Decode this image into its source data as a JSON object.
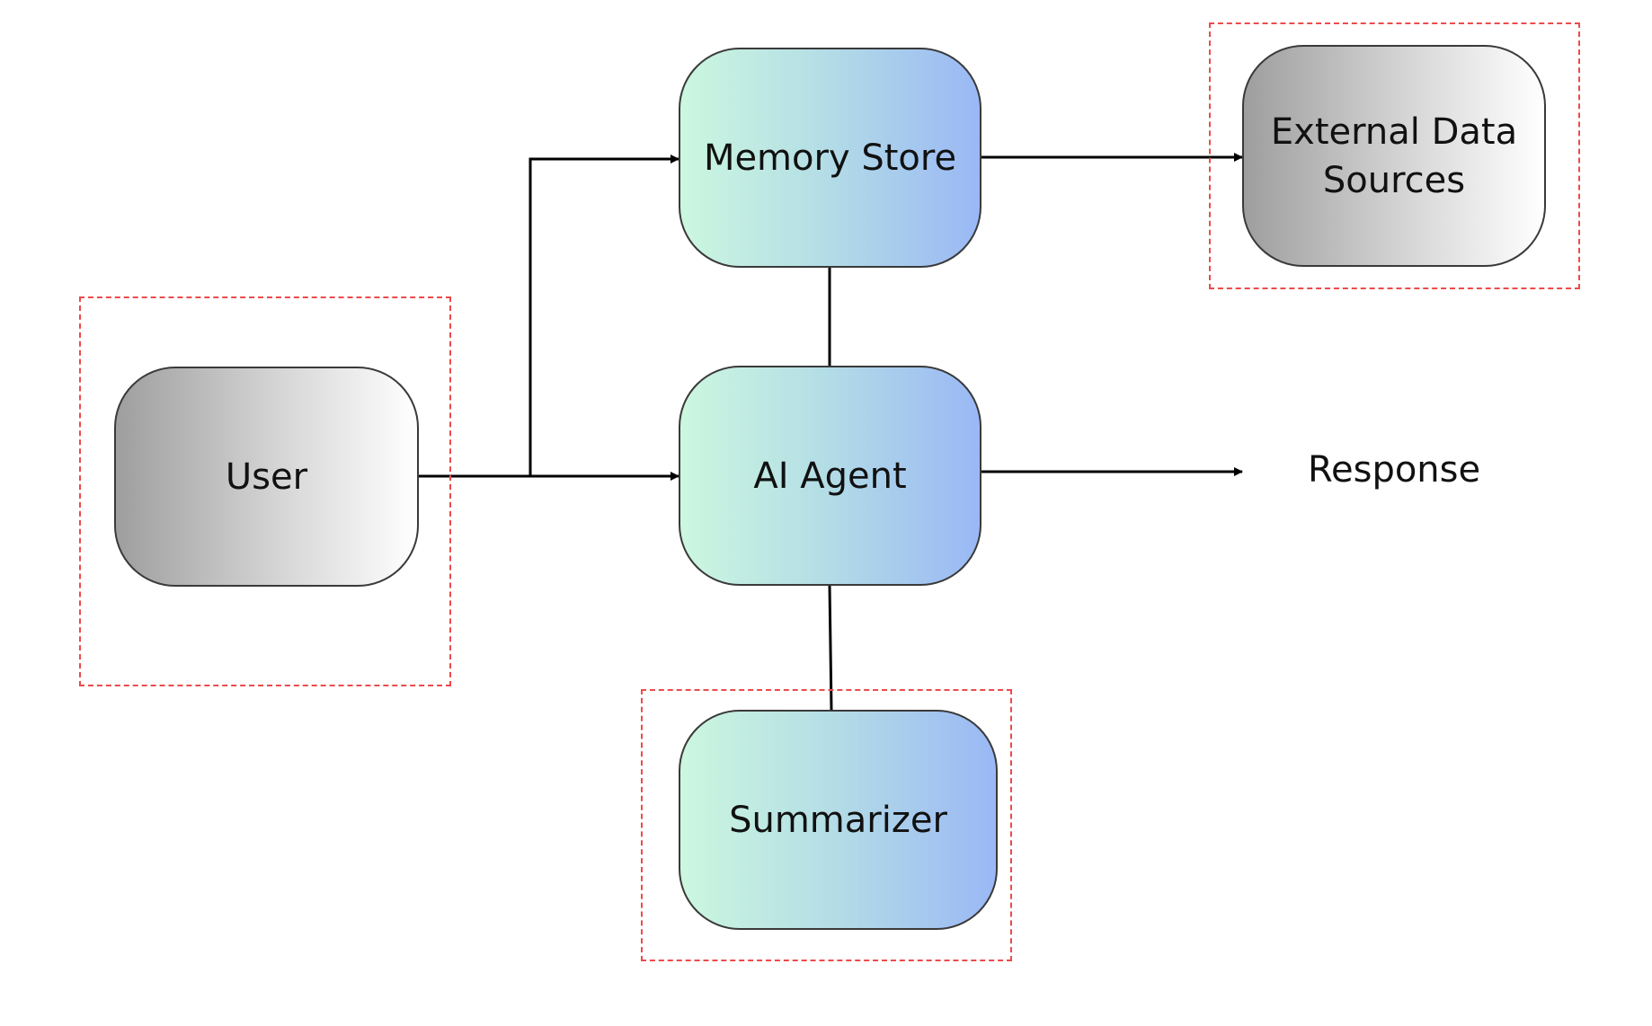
{
  "diagram": {
    "nodes": {
      "user": "User",
      "memory_store": "Memory Store",
      "ai_agent": "AI Agent",
      "summarizer": "Summarizer",
      "external_data": {
        "line1": "External Data",
        "line2": "Sources"
      }
    },
    "labels": {
      "response": "Response"
    },
    "colors": {
      "connector": "#000000",
      "highlight_frame": "#ec4b4b",
      "node_border": "#3a3a3a"
    }
  }
}
